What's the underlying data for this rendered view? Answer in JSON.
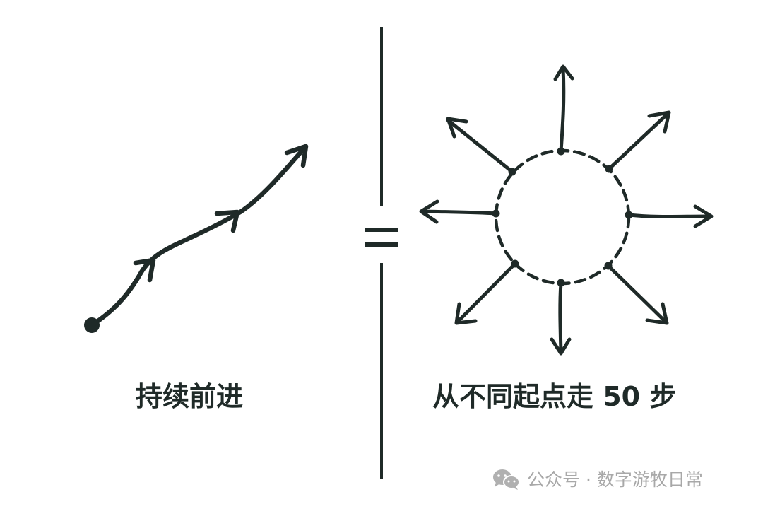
{
  "diagram": {
    "left_panel": {
      "label": "持续前进",
      "description": "single wavy path from a start dot with direction arrowheads"
    },
    "separator": {
      "symbol": "="
    },
    "right_panel": {
      "label": "从不同起点走 50 步",
      "description": "dashed circle with 8 start points, each with an outward arrow",
      "arrow_count": 8
    },
    "watermark": {
      "icon": "wechat-icon",
      "text": "公众号 · 数字游牧日常"
    },
    "colors": {
      "ink": "#1f2a28",
      "background": "#ffffff",
      "watermark": "#a8a8a8"
    }
  }
}
